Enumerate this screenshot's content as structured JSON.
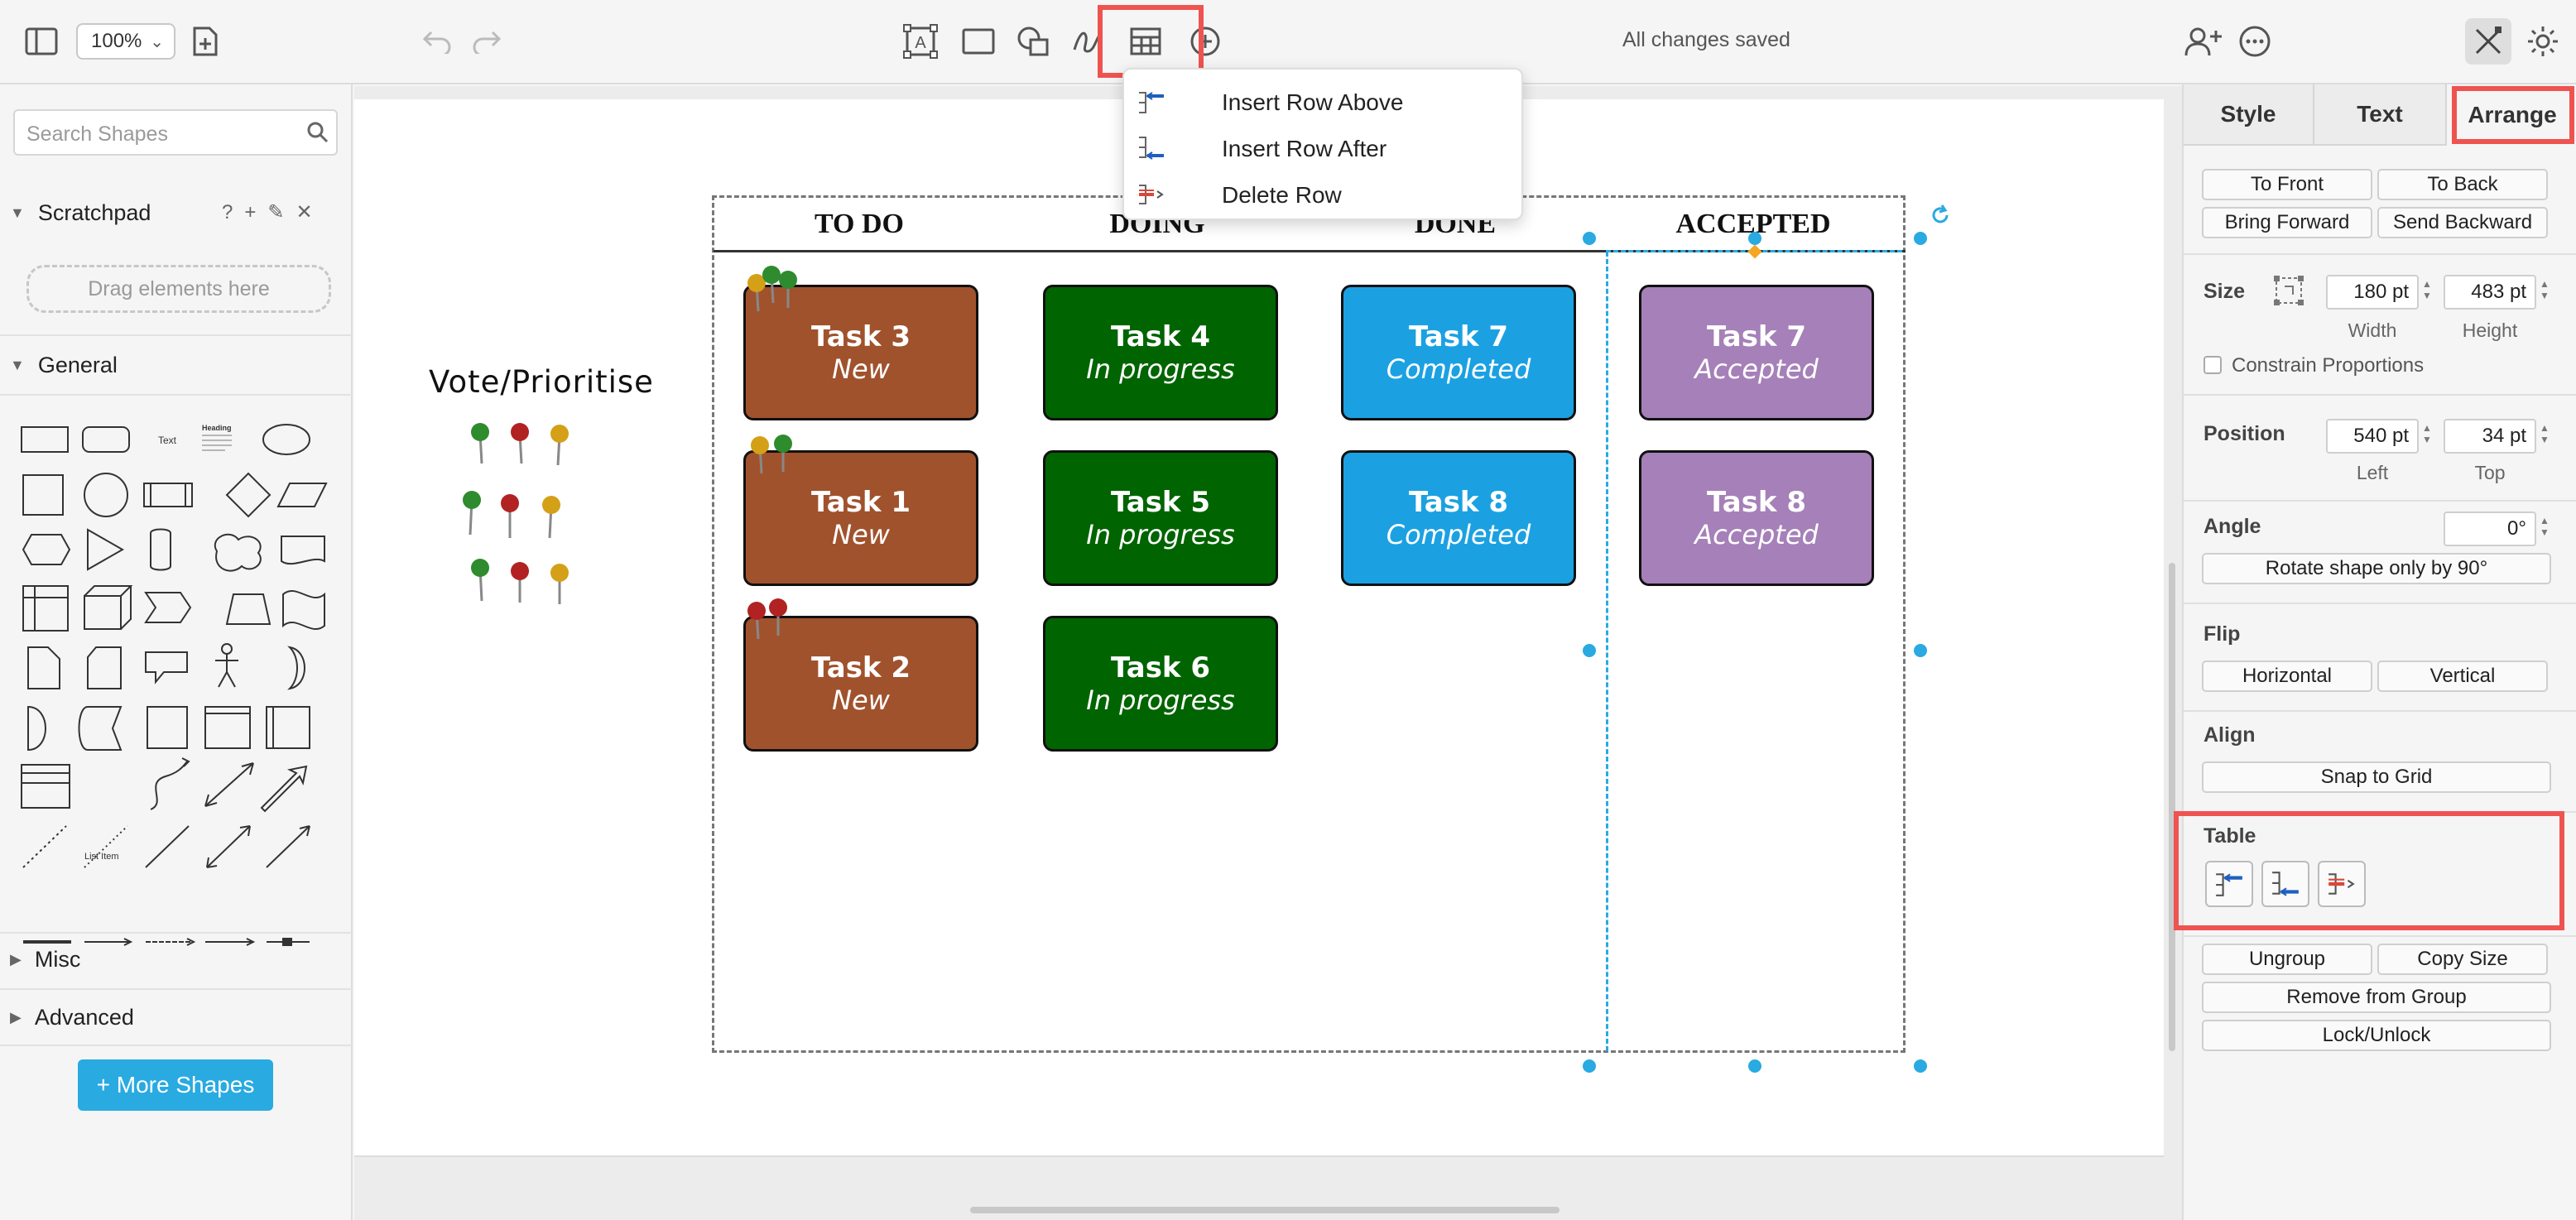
{
  "toolbar": {
    "zoom": "100%",
    "status": "All changes saved",
    "icons": [
      "panel-toggle-icon",
      "new-page-icon",
      "undo-icon",
      "redo-icon",
      "text-tool-icon",
      "rectangle-icon",
      "shapes-icon",
      "freehand-icon",
      "table-icon",
      "insert-icon",
      "share-icon",
      "more-icon",
      "format-panel-icon",
      "theme-icon"
    ]
  },
  "table_menu": {
    "items": [
      {
        "label": "Insert Row Above",
        "icon": "insert-row-above-icon"
      },
      {
        "label": "Insert Row After",
        "icon": "insert-row-after-icon"
      },
      {
        "label": "Delete Row",
        "icon": "delete-row-icon"
      }
    ]
  },
  "left_panel": {
    "search_placeholder": "Search Shapes",
    "scratchpad": {
      "title": "Scratchpad",
      "help": "?",
      "drag_hint": "Drag elements here"
    },
    "sections": [
      "General",
      "Misc",
      "Advanced"
    ],
    "shape_text_samples": {
      "text": "Text",
      "heading": "Heading",
      "list_item": "List Item"
    },
    "more_shapes": "+ More Shapes"
  },
  "canvas": {
    "vote_label": "Vote/Prioritise",
    "columns": [
      "TO DO",
      "DOING",
      "DONE",
      "ACCEPTED"
    ],
    "cards": [
      {
        "title": "Task 3",
        "status": "New",
        "column": 0,
        "row": 0,
        "color": "#a0522d"
      },
      {
        "title": "Task 1",
        "status": "New",
        "column": 0,
        "row": 1,
        "color": "#a0522d"
      },
      {
        "title": "Task 2",
        "status": "New",
        "column": 0,
        "row": 2,
        "color": "#a0522d"
      },
      {
        "title": "Task 4",
        "status": "In progress",
        "column": 1,
        "row": 0,
        "color": "#006400"
      },
      {
        "title": "Task 5",
        "status": "In progress",
        "column": 1,
        "row": 1,
        "color": "#006400"
      },
      {
        "title": "Task 6",
        "status": "In progress",
        "column": 1,
        "row": 2,
        "color": "#006400"
      },
      {
        "title": "Task 7",
        "status": "Completed",
        "column": 2,
        "row": 0,
        "color": "#1ba1e2"
      },
      {
        "title": "Task 8",
        "status": "Completed",
        "column": 2,
        "row": 1,
        "color": "#1ba1e2"
      },
      {
        "title": "Task 7",
        "status": "Accepted",
        "column": 3,
        "row": 0,
        "color": "#a680b8"
      },
      {
        "title": "Task 8",
        "status": "Accepted",
        "column": 3,
        "row": 1,
        "color": "#a680b8"
      }
    ],
    "pin_colors": {
      "green": "#2e8b2e",
      "red": "#b22222",
      "yellow": "#d4a017"
    }
  },
  "right_panel": {
    "tabs": [
      "Style",
      "Text",
      "Arrange"
    ],
    "active_tab": "Arrange",
    "order": {
      "to_front": "To Front",
      "to_back": "To Back",
      "bring_forward": "Bring Forward",
      "send_backward": "Send Backward"
    },
    "size": {
      "label": "Size",
      "width": "180 pt",
      "height": "483 pt",
      "width_label": "Width",
      "height_label": "Height",
      "constrain": "Constrain Proportions"
    },
    "position": {
      "label": "Position",
      "left": "540 pt",
      "top": "34 pt",
      "left_label": "Left",
      "top_label": "Top"
    },
    "angle": {
      "label": "Angle",
      "value": "0°",
      "rotate": "Rotate shape only by 90°"
    },
    "flip": {
      "label": "Flip",
      "horizontal": "Horizontal",
      "vertical": "Vertical"
    },
    "align": {
      "label": "Align",
      "snap": "Snap to Grid"
    },
    "table": {
      "label": "Table"
    },
    "group": {
      "ungroup": "Ungroup",
      "copy_size": "Copy Size",
      "remove": "Remove from Group",
      "lock": "Lock/Unlock"
    }
  },
  "colors": {
    "accent": "#29aae1",
    "highlight": "#ef5350"
  }
}
